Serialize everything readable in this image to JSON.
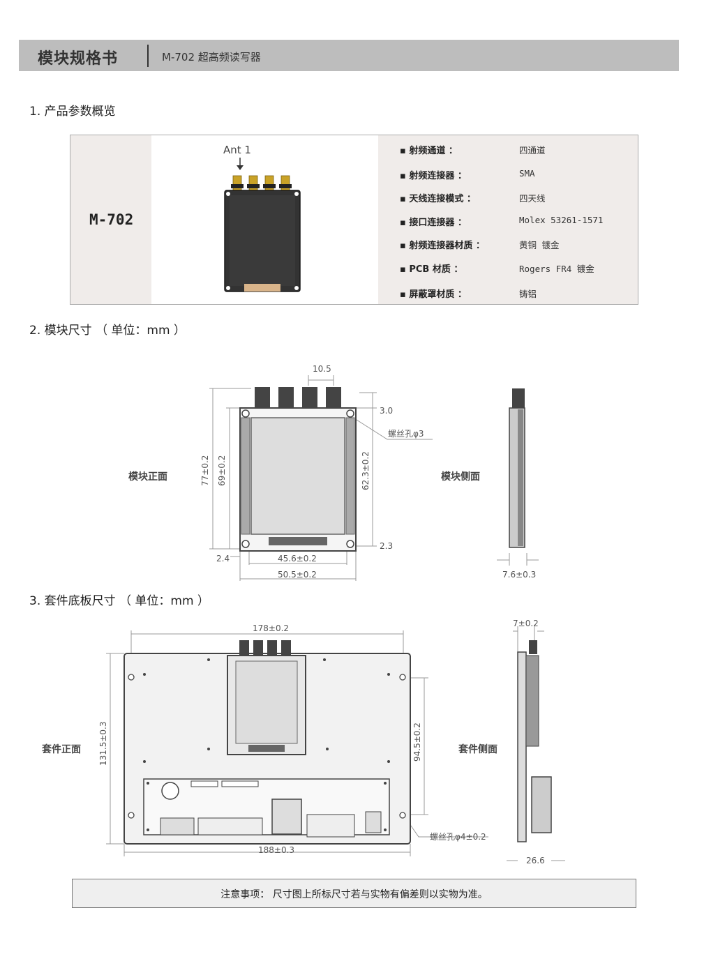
{
  "header": {
    "title": "模块规格书",
    "subtitle": "M-702 超高频读写器"
  },
  "sections": {
    "s1": "1.  产品参数概览",
    "s2": "2.  模块尺寸 （ 单位：mm ）",
    "s3": "3.  套件底板尺寸 （ 单位：mm ）"
  },
  "spec": {
    "model": "M-702",
    "image_label": "Ant 1",
    "rows": [
      {
        "label": "▪ 射频通道 ：",
        "value": "四通道"
      },
      {
        "label": "▪ 射频连接器 ：",
        "value": "SMA"
      },
      {
        "label": "▪ 天线连接模式 ：",
        "value": "四天线"
      },
      {
        "label": "▪ 接口连接器 ：",
        "value": "Molex 53261-1571"
      },
      {
        "label": "▪ 射频连接器材质 ：",
        "value": "黄铜 镀金"
      },
      {
        "label": "▪ PCB 材质 ：",
        "value": "Rogers FR4 镀金"
      },
      {
        "label": "▪ 屏蔽罩材质 ：",
        "value": "铸铝"
      }
    ]
  },
  "module_dims": {
    "front_label": "模块正面",
    "side_label": "模块侧面",
    "pitch": "10.5",
    "top_gap": "3.0",
    "hole": "螺丝孔φ3",
    "height_total": "77±0.2",
    "height_body": "69±0.2",
    "height_holes": "62.3±0.2",
    "bottom_gap": "2.3",
    "edge": "2.4",
    "width_holes": "45.6±0.2",
    "width_total": "50.5±0.2",
    "thickness": "7.6±0.3"
  },
  "board_dims": {
    "front_label": "套件正面",
    "side_label": "套件侧面",
    "width_top": "178±0.2",
    "side_top": "7±0.2",
    "height_total": "131.5±0.3",
    "height_holes": "94.5±0.2",
    "hole": "螺丝孔φ4±0.2",
    "width_total": "188±0.3",
    "side_depth": "26.6"
  },
  "note": "注意事项：  尺寸图上所标尺寸若与实物有偏差则以实物为准。"
}
